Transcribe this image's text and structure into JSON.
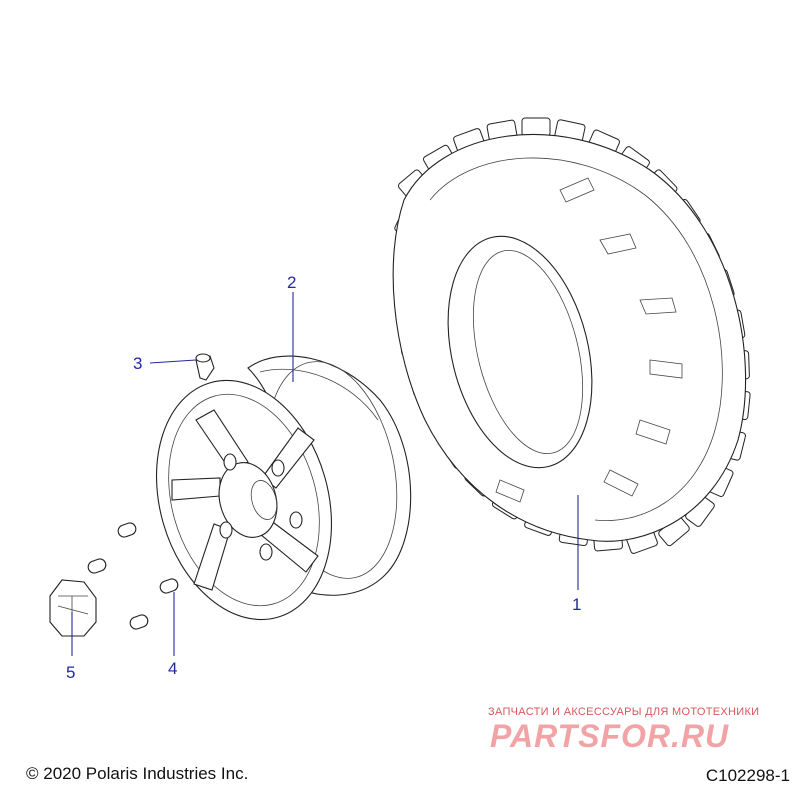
{
  "callouts": [
    {
      "id": "1",
      "label": "1"
    },
    {
      "id": "2",
      "label": "2"
    },
    {
      "id": "3",
      "label": "3"
    },
    {
      "id": "4",
      "label": "4"
    },
    {
      "id": "5",
      "label": "5"
    }
  ],
  "parts": {
    "tire": "tire",
    "wheel": "wheel",
    "valve_stem": "valve-stem",
    "wheel_studs": "wheel-stud",
    "lug_nut": "lug-nut"
  },
  "footer": {
    "copyright": "© 2020 Polaris Industries Inc.",
    "drawing_id": "C102298-1"
  },
  "watermark": {
    "tagline": "ЗАПЧАСТИ И АКСЕССУАРЫ ДЛЯ МОТОТЕХНИКИ",
    "logo": "PARTSFOR.RU"
  },
  "colors": {
    "callout": "#1f2a9e",
    "watermark_text": "#d9575b",
    "watermark_logo": "#f2a3a6",
    "line_art": "#222222"
  }
}
